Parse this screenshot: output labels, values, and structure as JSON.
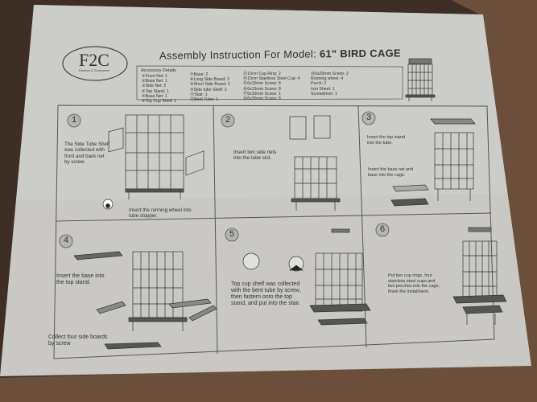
{
  "logo": {
    "text": "F2C",
    "tagline": "Fashion & Commerce"
  },
  "title": {
    "prefix": "Assembly Instruction  For Model:",
    "model": "61\" BIRD CAGE"
  },
  "accessories": {
    "heading": "Accessory Details",
    "col1": [
      "①Front Net: 1",
      "②Base Net: 1",
      "③Side Net: 2",
      "④Top Stand: 1",
      "⑤Base Net: 1",
      "⑥Top Cup Shelf: 1"
    ],
    "col2": [
      "⑦Base: 2",
      "⑧Long Side Board: 2",
      "⑨Short Side Board: 2",
      "⑩Side tube Shelf: 2",
      "⑪Stair: 1",
      "⑫Bent Tube: 1"
    ],
    "col3": [
      "⑬10cm Cup Ring: 2",
      "⑭10cm Stainless Steel Cup: 4",
      "⑮6x10mm Screw: 8",
      "⑯6x15mm Screw: 8",
      "⑰5x10mm Screw: 1",
      "⑱6x30mm Screw: 8"
    ],
    "col4": [
      "⑲6x25mm Screw: 2",
      "Running wheel: 4",
      "Perch: 2",
      "Iron Sheet: 1",
      "Screwdriver: 1"
    ]
  },
  "steps": [
    {
      "number": "1",
      "notes": [
        "The Side Tube Shelf",
        "was collected with",
        "front and back net",
        "by screw."
      ],
      "notes2": [
        "Insert the running wheel into",
        "tube stopper."
      ]
    },
    {
      "number": "2",
      "notes": [
        "Insert two side nets",
        "into the tube slot."
      ]
    },
    {
      "number": "3",
      "notes": [
        "Insert the top stand",
        "into the tube."
      ],
      "notes2": [
        "Insert the base net and",
        "base into the cage."
      ]
    },
    {
      "number": "4",
      "notes": [
        "Insert the base into",
        "the top stand."
      ],
      "notes2": [
        "Collect four side boards",
        "by screw"
      ]
    },
    {
      "number": "5",
      "notes": [
        "Top cup shelf was collected",
        "with the bent tube by screw,",
        "then fastern onto the top",
        "stand, and put into the stair."
      ]
    },
    {
      "number": "6",
      "notes": [
        "Put two cup rings, four",
        "stainless steel cups and",
        "two perches into the cage,",
        "finish the installment."
      ]
    }
  ]
}
